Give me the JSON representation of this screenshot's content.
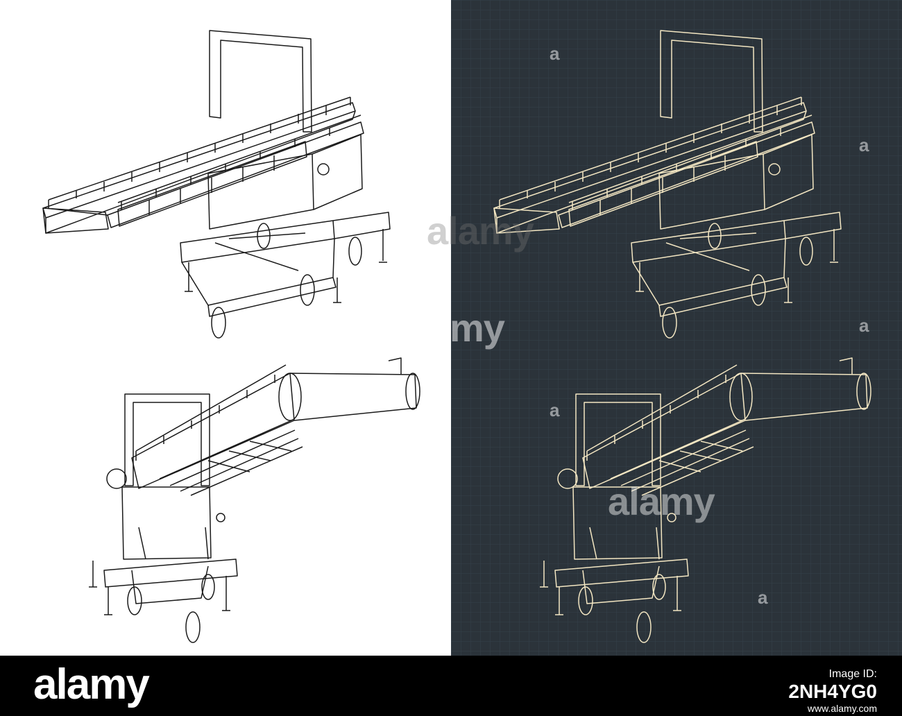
{
  "watermark": {
    "brand": "alamy",
    "fragment": "my",
    "badge": "a"
  },
  "footer": {
    "brand": "alamy",
    "image_id_label": "Image ID:",
    "image_id": "2NH4YG0",
    "url": "www.alamy.com"
  },
  "colors": {
    "left_background": "#ffffff",
    "left_line": "#1a1a1a",
    "right_background": "#2b333a",
    "right_grid": "#36404a",
    "right_line": "#f4e7c3",
    "footer_background": "#000000"
  }
}
